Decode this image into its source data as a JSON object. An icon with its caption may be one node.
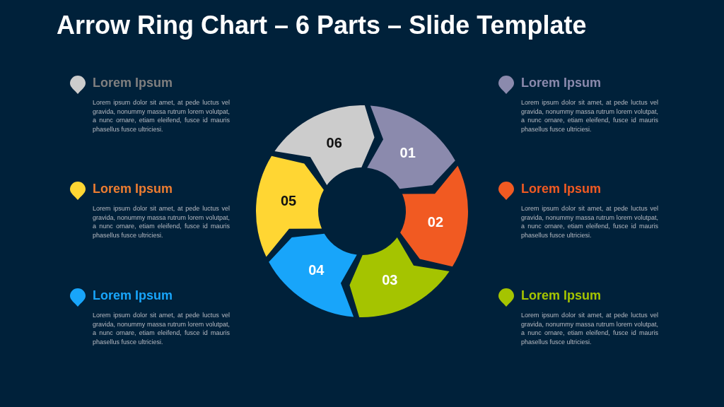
{
  "diagram": {
    "title": "Arrow Ring Chart – 6 Parts – Slide Template",
    "nodes": [
      {
        "text": [
          "01"
        ]
      },
      {
        "text": [
          "02"
        ]
      },
      {
        "text": [
          "03"
        ]
      },
      {
        "text": [
          "04"
        ]
      },
      {
        "text": [
          "05"
        ]
      },
      {
        "text": [
          "06"
        ]
      }
    ],
    "labels": [
      "Lorem Ipsum",
      "Lorem ipsum dolor sit amet, at pede luctus vel gravida, nonummy massa rutrum lorem volutpat, a nunc ornare, etiam eleifend, fusce id mauris phasellus fusce ultriciesi.",
      "Lorem Ipsum",
      "Lorem ipsum dolor sit amet, at pede luctus vel gravida, nonummy massa rutrum lorem volutpat, a nunc ornare, etiam eleifend, fusce id mauris phasellus fusce ultriciesi.",
      "Lorem Ipsum",
      "Lorem ipsum dolor sit amet, at pede luctus vel gravida, nonummy massa rutrum lorem volutpat, a nunc ornare, etiam eleifend, fusce id mauris phasellus fusce ultriciesi.",
      "Lorem Ipsum",
      "Lorem ipsum dolor sit amet, at pede luctus vel gravida, nonummy massa rutrum lorem volutpat, a nunc ornare, etiam eleifend, fusce id mauris phasellus fusce ultriciesi.",
      "Lorem Ipsum",
      "Lorem ipsum dolor sit amet, at pede luctus vel gravida, nonummy massa rutrum lorem volutpat, a nunc ornare, etiam eleifend, fusce id mauris phasellus fusce ultriciesi.",
      "Lorem Ipsum",
      "Lorem ipsum dolor sit amet, at pede luctus vel gravida, nonummy massa rutrum lorem volutpat, a nunc ornare, etiam eleifend, fusce id mauris phasellus fusce ultriciesi."
    ]
  }
}
